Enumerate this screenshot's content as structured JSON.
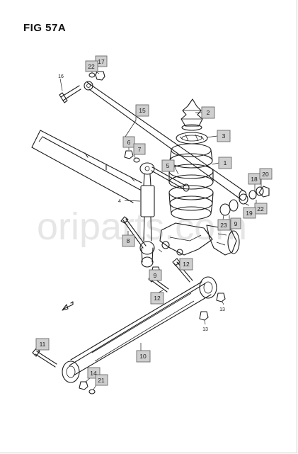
{
  "figure": {
    "title": "FIG 57A"
  },
  "watermark": "oriparts.com",
  "callouts": [
    {
      "id": "c2",
      "label": "2"
    },
    {
      "id": "c3",
      "label": "3"
    },
    {
      "id": "c1",
      "label": "1"
    },
    {
      "id": "c15",
      "label": "15"
    },
    {
      "id": "c17",
      "label": "17"
    },
    {
      "id": "c22a",
      "label": "22"
    },
    {
      "id": "c6",
      "label": "6"
    },
    {
      "id": "c7",
      "label": "7"
    },
    {
      "id": "c5",
      "label": "5"
    },
    {
      "id": "c18",
      "label": "18"
    },
    {
      "id": "c20",
      "label": "20"
    },
    {
      "id": "c22b",
      "label": "22"
    },
    {
      "id": "c19",
      "label": "19"
    },
    {
      "id": "c23",
      "label": "23"
    },
    {
      "id": "c9b",
      "label": "9"
    },
    {
      "id": "c8",
      "label": "8"
    },
    {
      "id": "c12a",
      "label": "12"
    },
    {
      "id": "c9",
      "label": "9"
    },
    {
      "id": "c12b",
      "label": "12"
    },
    {
      "id": "c10",
      "label": "10"
    },
    {
      "id": "c11",
      "label": "11"
    },
    {
      "id": "c14",
      "label": "14"
    },
    {
      "id": "c21",
      "label": "21"
    }
  ],
  "plain_labels": [
    {
      "id": "p16",
      "label": "16"
    },
    {
      "id": "p4",
      "label": "4"
    },
    {
      "id": "p13a",
      "label": "13"
    },
    {
      "id": "p13b",
      "label": "13"
    }
  ]
}
